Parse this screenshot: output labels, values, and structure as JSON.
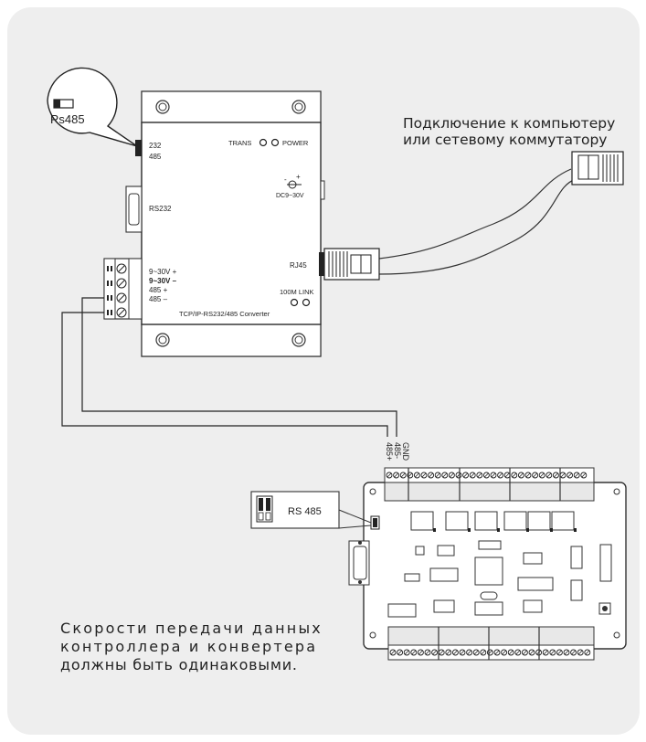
{
  "callout_switch": {
    "label": "Rs485"
  },
  "converter": {
    "dip_232": "232",
    "dip_485": "485",
    "led_trans": "TRANS",
    "led_power": "POWER",
    "power_jack": "DC9~30V",
    "rs232": "RS232",
    "rj45": "RJ45",
    "link": "100M LINK",
    "terminal_labels": [
      "9~30V +",
      "9~30V –",
      "485 +",
      "485 –"
    ],
    "model": "TCP/IP-RS232/485 Converter"
  },
  "network_note": {
    "line1": "Подключение к компьютеру",
    "line2": "или сетевому коммутатору"
  },
  "controller": {
    "wires": [
      "GND",
      "485-",
      "485+"
    ],
    "rs485_label": "RS 485"
  },
  "speed_note": {
    "line1": "Скорости передачи данных",
    "line2": "контроллера и конвертера",
    "line3": "должны быть одинаковыми."
  }
}
